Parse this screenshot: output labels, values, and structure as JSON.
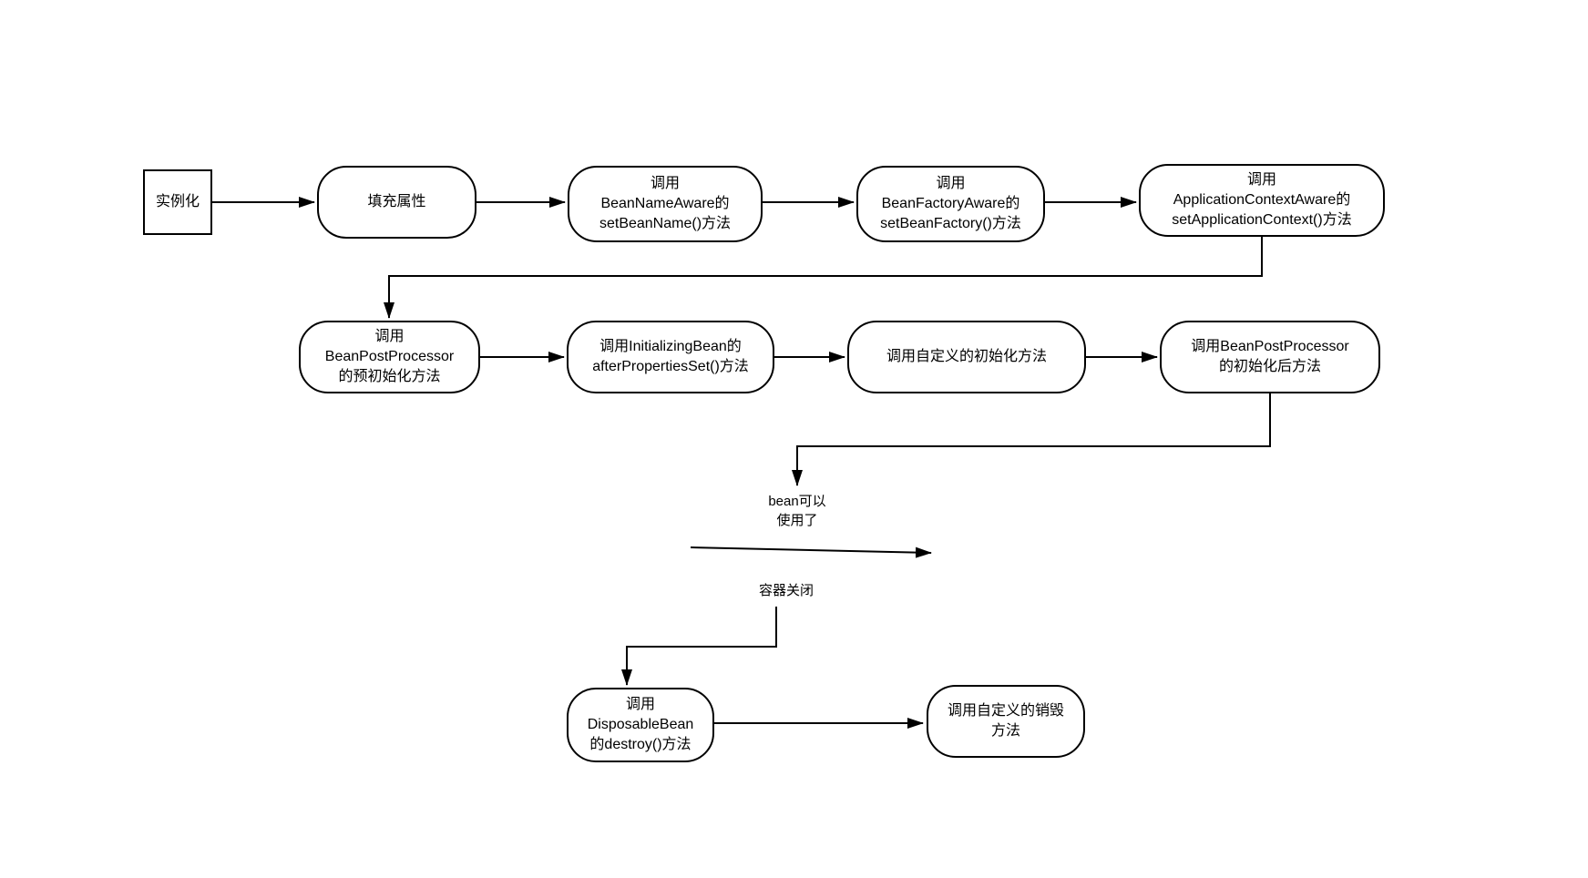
{
  "diagram": {
    "colors": {
      "background": "#ffffff",
      "node_fill": "#ffffff",
      "stroke": "#000000",
      "text": "#000000"
    },
    "nodes": [
      {
        "id": "instantiate",
        "shape": "rect",
        "label": "实例化"
      },
      {
        "id": "populate-properties",
        "shape": "rounded",
        "label": "填充属性"
      },
      {
        "id": "bean-name-aware",
        "shape": "rounded",
        "label": "调用\nBeanNameAware的\nsetBeanName()方法"
      },
      {
        "id": "bean-factory-aware",
        "shape": "rounded",
        "label": "调用\nBeanFactoryAware的\nsetBeanFactory()方法"
      },
      {
        "id": "application-context-aware",
        "shape": "rounded",
        "label": "调用\nApplicationContextAware的\nsetApplicationContext()方法"
      },
      {
        "id": "bean-post-processor-pre",
        "shape": "rounded",
        "label": "调用\nBeanPostProcessor\n的预初始化方法"
      },
      {
        "id": "initializing-bean",
        "shape": "rounded",
        "label": "调用InitializingBean的\nafterPropertiesSet()方法"
      },
      {
        "id": "custom-init",
        "shape": "rounded",
        "label": "调用自定义的初始化方法"
      },
      {
        "id": "bean-post-processor-post",
        "shape": "rounded",
        "label": "调用BeanPostProcessor\n的初始化后方法"
      },
      {
        "id": "bean-ready",
        "shape": "text",
        "label": "bean可以\n使用了"
      },
      {
        "id": "container-close",
        "shape": "text",
        "label": "容器关闭"
      },
      {
        "id": "disposable-bean",
        "shape": "rounded",
        "label": "调用\nDisposableBean\n的destroy()方法"
      },
      {
        "id": "custom-destroy",
        "shape": "rounded",
        "label": "调用自定义的销毁\n方法"
      }
    ],
    "edges": [
      {
        "id": "e1",
        "from": "instantiate",
        "to": "populate-properties",
        "style": "straight-arrow"
      },
      {
        "id": "e2",
        "from": "populate-properties",
        "to": "bean-name-aware",
        "style": "straight-arrow"
      },
      {
        "id": "e3",
        "from": "bean-name-aware",
        "to": "bean-factory-aware",
        "style": "straight-arrow"
      },
      {
        "id": "e4",
        "from": "bean-factory-aware",
        "to": "application-context-aware",
        "style": "straight-arrow"
      },
      {
        "id": "e5",
        "from": "application-context-aware",
        "to": "bean-post-processor-pre",
        "style": "elbow-arrow"
      },
      {
        "id": "e6",
        "from": "bean-post-processor-pre",
        "to": "initializing-bean",
        "style": "straight-arrow"
      },
      {
        "id": "e7",
        "from": "initializing-bean",
        "to": "custom-init",
        "style": "straight-arrow"
      },
      {
        "id": "e8",
        "from": "custom-init",
        "to": "bean-post-processor-post",
        "style": "straight-arrow"
      },
      {
        "id": "e9",
        "from": "bean-post-processor-post",
        "to": "bean-ready",
        "style": "elbow-arrow"
      },
      {
        "id": "e10",
        "from": "bean-ready",
        "to": "container-close",
        "style": "straight-arrow"
      },
      {
        "id": "e11",
        "from": "container-close",
        "to": "disposable-bean",
        "style": "elbow-arrow"
      },
      {
        "id": "e12",
        "from": "disposable-bean",
        "to": "custom-destroy",
        "style": "straight-arrow"
      }
    ]
  }
}
